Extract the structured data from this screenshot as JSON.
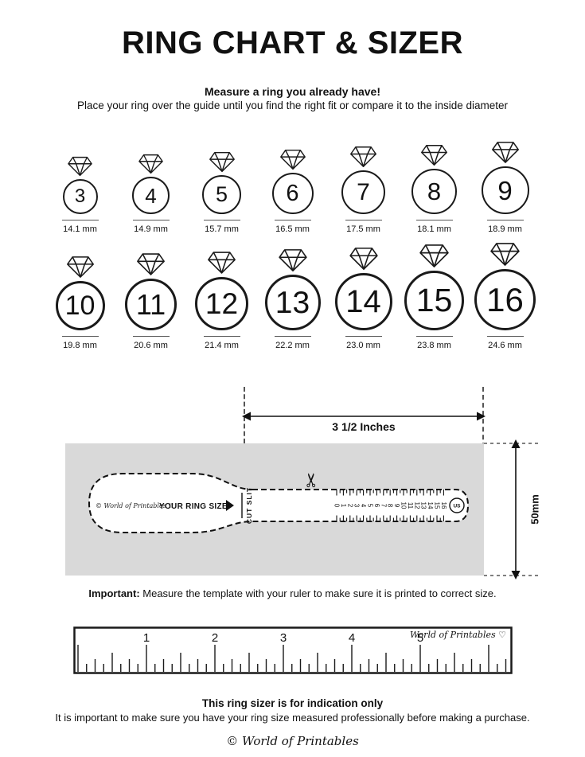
{
  "page": {
    "title": "RING CHART & SIZER",
    "subtitle": "Measure a ring you already have!",
    "instruction": "Place your ring over the guide until you find the right fit or compare it to the inside diameter"
  },
  "ring_chart": {
    "rows": [
      {
        "rings": [
          {
            "size": "3",
            "diameter": "14.1 mm"
          },
          {
            "size": "4",
            "diameter": "14.9 mm"
          },
          {
            "size": "5",
            "diameter": "15.7 mm"
          },
          {
            "size": "6",
            "diameter": "16.5 mm"
          },
          {
            "size": "7",
            "diameter": "17.5 mm"
          },
          {
            "size": "8",
            "diameter": "18.1 mm"
          },
          {
            "size": "9",
            "diameter": "18.9 mm"
          }
        ]
      },
      {
        "rings": [
          {
            "size": "10",
            "diameter": "19.8 mm"
          },
          {
            "size": "11",
            "diameter": "20.6 mm"
          },
          {
            "size": "12",
            "diameter": "21.4 mm"
          },
          {
            "size": "13",
            "diameter": "22.2 mm"
          },
          {
            "size": "14",
            "diameter": "23.0 mm"
          },
          {
            "size": "15",
            "diameter": "23.8 mm"
          },
          {
            "size": "16",
            "diameter": "24.6 mm"
          }
        ]
      }
    ]
  },
  "sizer": {
    "width_label": "3 1/2 Inches",
    "height_label": "50mm",
    "brand": "© World of Printables ♡",
    "your_ring_size_label": "YOUR RING SIZE",
    "cut_slit_label": "CUT SLIT",
    "scissors_icon": "✂",
    "scale_numbers": [
      "0",
      "1",
      "2",
      "3",
      "4",
      "5",
      "6",
      "7",
      "8",
      "9",
      "10",
      "11",
      "12",
      "13",
      "14",
      "15",
      "16"
    ],
    "unit_badge": "US"
  },
  "important": {
    "label": "Important:",
    "text": " Measure the template with your ruler to make sure it is printed to correct size."
  },
  "ruler": {
    "numbers": [
      "1",
      "2",
      "3",
      "4",
      "5"
    ],
    "brand": "World of Printables ♡"
  },
  "footer": {
    "bold_line": "This ring sizer is for indication only",
    "text_line": "It is important to make sure you have your ring size measured professionally before making a purchase.",
    "copyright": "© World of Printables"
  }
}
